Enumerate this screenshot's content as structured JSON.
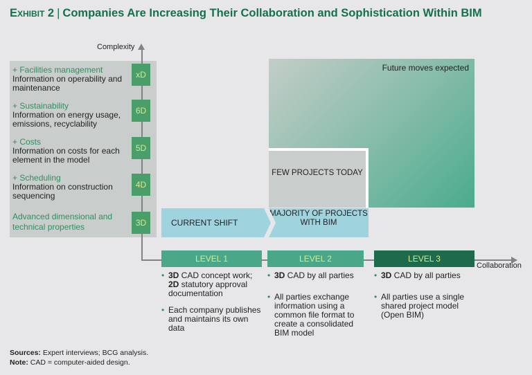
{
  "title": {
    "exhibit": "Exhibit 2",
    "text": "Companies Are Increasing Their Collaboration and Sophistication Within BIM"
  },
  "axes": {
    "y": "Complexity",
    "x": "Collaboration"
  },
  "dimensions": [
    {
      "heading": "+ Facilities management",
      "desc": "Information on operability and maintenance",
      "badge": "xD"
    },
    {
      "heading": "+ Sustainability",
      "desc": "Information on energy usage, emissions, recyclability",
      "badge": "6D"
    },
    {
      "heading": "+ Costs",
      "desc": "Information on costs for each element in the model",
      "badge": "5D"
    },
    {
      "heading": "+ Scheduling",
      "desc": "Information on construction sequencing",
      "badge": "4D"
    },
    {
      "heading": "Advanced dimensional and technical properties",
      "desc": "",
      "badge": "3D"
    }
  ],
  "future": "Future moves expected",
  "few": "FEW PROJECTS TODAY",
  "shift": "CURRENT SHIFT",
  "majority": "MAJORITY OF PROJECTS WITH BIM",
  "levels": [
    {
      "label": "LEVEL 1",
      "color": "#4aa889",
      "bullets": [
        {
          "b": "3D",
          "t": " CAD concept work; ",
          "b2": "2D",
          "t2": " statutory approval documentation"
        },
        {
          "b": "",
          "t": "Each company publishes and maintains its own data"
        }
      ]
    },
    {
      "label": "LEVEL 2",
      "color": "#4aa889",
      "bullets": [
        {
          "b": "3D",
          "t": " CAD by all parties"
        },
        {
          "b": "",
          "t": "All parties exchange information using a common file format to create a consolidated BIM model"
        }
      ]
    },
    {
      "label": "LEVEL 3",
      "color": "#1d6b4b",
      "bullets": [
        {
          "b": "3D",
          "t": " CAD by all parties"
        },
        {
          "b": "",
          "t": "All parties use a single shared project model (Open BIM)"
        }
      ]
    }
  ],
  "footer": {
    "sources_label": "Sources:",
    "sources": " Expert interviews; BCG analysis.",
    "note_label": "Note:",
    "note": " CAD = computer-aided design."
  }
}
